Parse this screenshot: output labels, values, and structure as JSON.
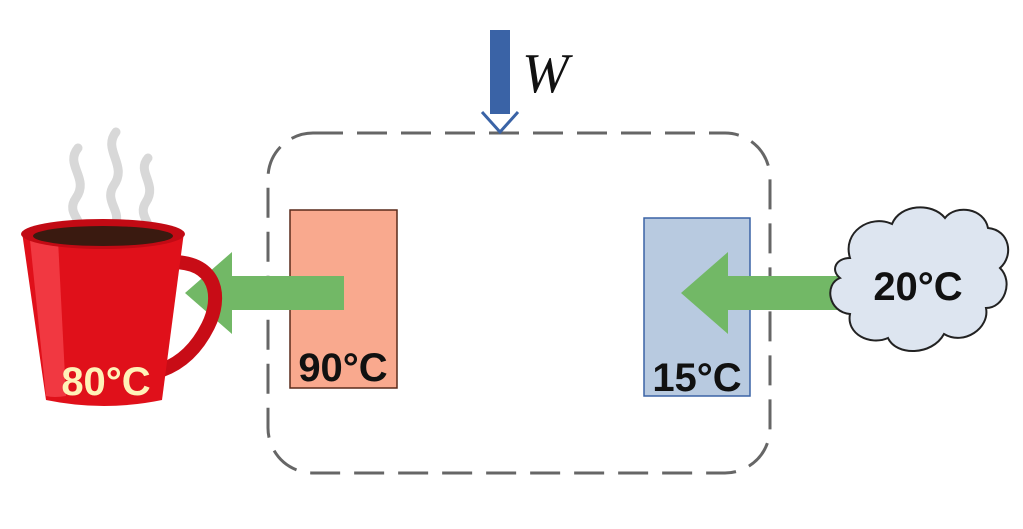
{
  "work_label": "W",
  "hot_reservoir": {
    "temperature": "90°C",
    "fill": "#f9a98e",
    "stroke": "#5a2a1a"
  },
  "cold_reservoir": {
    "temperature": "15°C",
    "fill": "#b8cae0",
    "stroke": "#3a63a6"
  },
  "mug": {
    "temperature": "80°C",
    "body_color": "#e0101a",
    "text_color": "#fff2b8"
  },
  "cloud": {
    "temperature": "20°C",
    "fill": "#dde5f0"
  },
  "colors": {
    "work_arrow": "#3a63a6",
    "heat_arrow": "#72b866",
    "boundary": "#666666",
    "steam": "#d8d8d8"
  }
}
